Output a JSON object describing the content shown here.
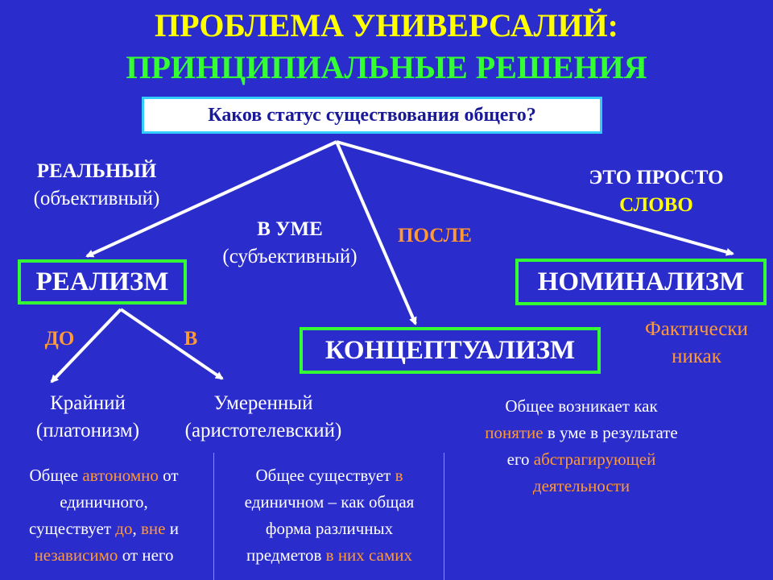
{
  "title": {
    "line1": "ПРОБЛЕМА УНИВЕРСАЛИЙ:",
    "line2": "ПРИНЦИПИАЛЬНЫЕ РЕШЕНИЯ"
  },
  "question": "Каков статус существования общего?",
  "realism": {
    "branch_label": "РЕАЛЬНЫЙ",
    "branch_sub": "(объективный)",
    "box": "РЕАЛИЗМ",
    "before": "ДО",
    "in": "В",
    "extreme": "Крайний",
    "extreme_sub": "(платонизм)",
    "moderate": "Умеренный",
    "moderate_sub": "(аристотелевский)"
  },
  "conceptualism": {
    "branch_label": "В УМЕ",
    "branch_sub": "(субъективный)",
    "after": "ПОСЛЕ",
    "box": "КОНЦЕПТУАЛИЗМ",
    "desc": {
      "p1": "Общее возникает как",
      "p2a": "понятие",
      "p2b": " в уме в результате",
      "p3a": "его ",
      "p3b": "абстрагирующей",
      "p4": "деятельности"
    }
  },
  "nominalism": {
    "branch_label1": "ЭТО ПРОСТО",
    "branch_label2": "СЛОВО",
    "box": "НОМИНАЛИЗМ",
    "note1": "Фактически",
    "note2": "никак"
  },
  "extreme_desc": {
    "l1a": "Общее ",
    "l1b": "автономно",
    "l1c": " от",
    "l2": "единичного,",
    "l3a": "существует ",
    "l3b": "до",
    "l3c": ", ",
    "l3d": "вне",
    "l3e": " и",
    "l4a": "независимо",
    "l4b": " от него"
  },
  "moderate_desc": {
    "l1a": "Общее существует ",
    "l1b": "в",
    "l2": "единичном – как общая",
    "l3": "форма различных",
    "l4a": "предметов ",
    "l4b": "в них самих"
  },
  "colors": {
    "background": "#2b2ccc",
    "title_yellow": "#ffff00",
    "title_green": "#33ff33",
    "box_border": "#33ff33",
    "accent_orange": "#ff9933",
    "question_border": "#33ccff"
  }
}
